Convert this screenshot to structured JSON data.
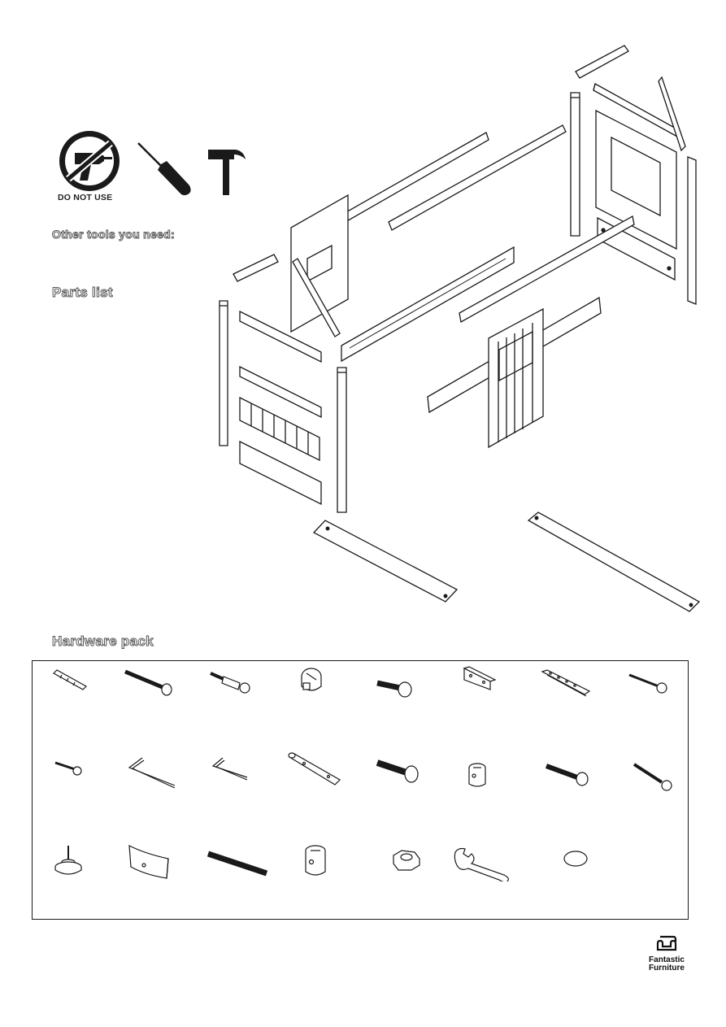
{
  "tools": {
    "subtitle": "Other tools you need:",
    "prohibited_label": "DO NOT USE",
    "items": [
      {
        "name": "power-drill",
        "icon": "no-drill-icon",
        "allowed": false
      },
      {
        "name": "screwdriver",
        "icon": "screwdriver-icon",
        "allowed": true
      },
      {
        "name": "hammer",
        "icon": "hammer-icon",
        "allowed": true
      }
    ]
  },
  "parts": {
    "title": "Parts list"
  },
  "hardware": {
    "title": "Hardware pack",
    "rows": [
      [
        "dowel-icon",
        "long-bolt-icon",
        "cam-bolt-icon",
        "cam-lock-icon",
        "short-bolt-icon",
        "bracket-icon",
        "metal-strip-icon",
        "wood-screw-icon"
      ],
      [
        "small-screw-icon",
        "allen-key-large-icon",
        "allen-key-small-icon",
        "pin-icon",
        "hex-bolt-icon",
        "barrel-nut-icon",
        "bolt-icon",
        "screw-icon"
      ],
      [
        "glide-foot-icon",
        "wedge-icon",
        "threaded-rod-icon",
        "barrel-nut-large-icon",
        "hex-nut-icon",
        "spanner-icon",
        "cover-cap-icon"
      ]
    ]
  },
  "brand": {
    "line1": "Fantastic",
    "line2": "Furniture",
    "icon": "sofa-logo-icon"
  },
  "colors": {
    "line": "#1a1a1a",
    "heading_outline": "#555555",
    "tool_fill": "#1a1a1a"
  }
}
